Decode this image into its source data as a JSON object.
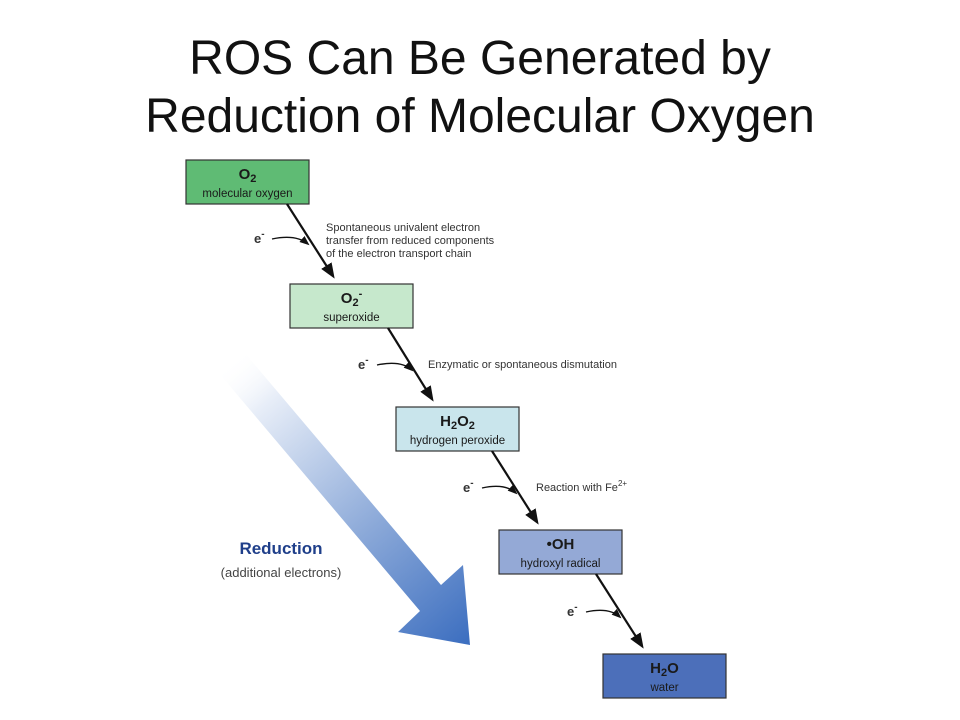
{
  "title": {
    "line1": "ROS Can Be Generated by",
    "line2": "Reduction of Molecular Oxygen"
  },
  "colors": {
    "o2": "#5fbb74",
    "superoxide": "#c6e8cc",
    "peroxide": "#c9e5ec",
    "hydroxyl": "#94a9d6",
    "water": "#4c6fba",
    "reduction_text": "#1f3f8a",
    "reduction_arrow": "#3d6fc0"
  },
  "species": [
    {
      "formula_base": "O",
      "formula_sub": "2",
      "formula_sup": "",
      "name": "molecular oxygen"
    },
    {
      "formula_base": "O",
      "formula_sub": "2",
      "formula_sup": "-",
      "name": "superoxide"
    },
    {
      "formula_base": "H",
      "formula_sub": "2",
      "formula_mid": "O",
      "formula_sub2": "2",
      "name": "hydrogen peroxide"
    },
    {
      "formula_base": "•OH",
      "name": "hydroxyl radical"
    },
    {
      "formula_base": "H",
      "formula_sub": "2",
      "formula_mid": "O",
      "name": "water"
    }
  ],
  "electron": {
    "base": "e",
    "sup": "-"
  },
  "steps": [
    {
      "lines": [
        "Spontaneous univalent electron",
        "transfer from reduced components",
        "of the electron transport chain"
      ]
    },
    {
      "lines": [
        "Enzymatic or spontaneous dismutation"
      ]
    },
    {
      "text": "Reaction with Fe",
      "sup": "2+"
    },
    {}
  ],
  "reduction": {
    "label": "Reduction",
    "sublabel": "(additional electrons)"
  }
}
